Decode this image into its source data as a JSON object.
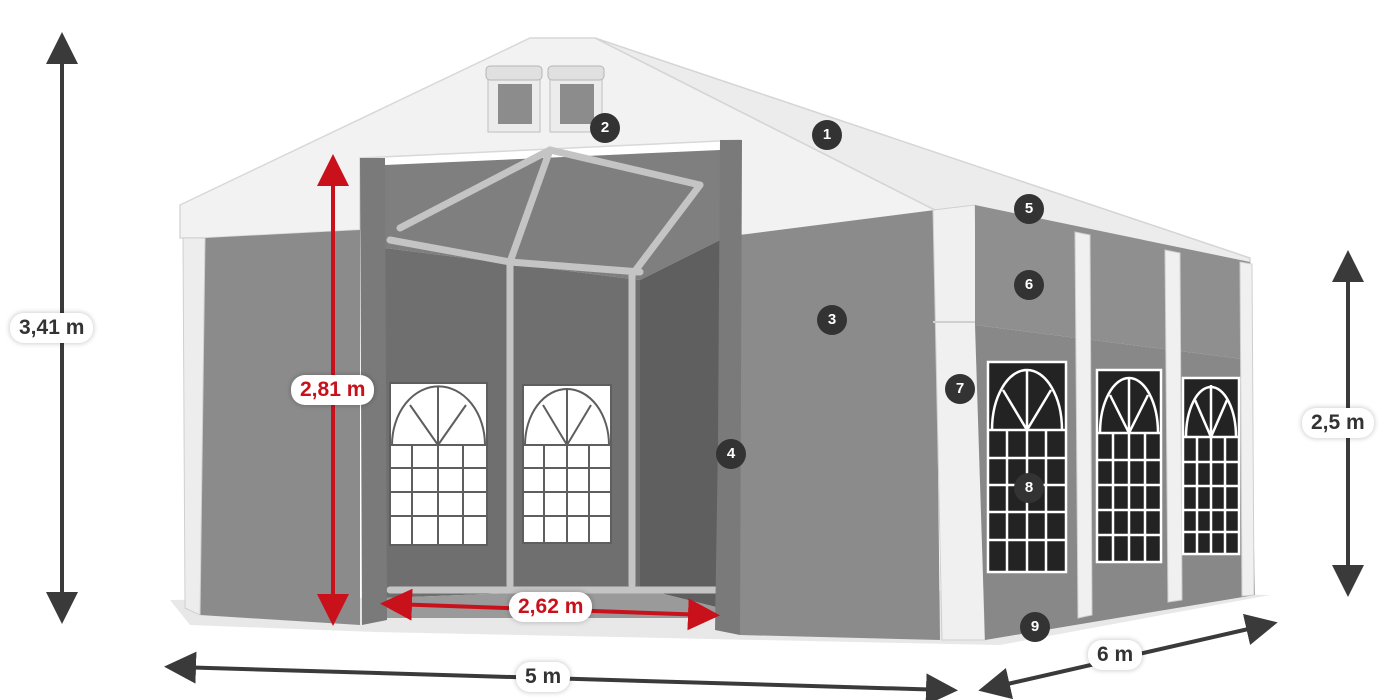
{
  "dimensions": {
    "total_height": "3,41 m",
    "side_wall_height": "2,5 m",
    "entrance_height": "2,81 m",
    "entrance_width": "2,62 m",
    "width": "5 m",
    "length": "6 m"
  },
  "callouts": [
    "1",
    "2",
    "3",
    "4",
    "5",
    "6",
    "7",
    "8",
    "9"
  ],
  "colors": {
    "wall": "#8b8b8b",
    "roof": "#f2f2f2",
    "interior": "#6f6f6f",
    "frame": "#c4c4c4",
    "dimension_dark": "#3a3a3a",
    "dimension_red": "#c8111a",
    "badge": "#333333"
  }
}
